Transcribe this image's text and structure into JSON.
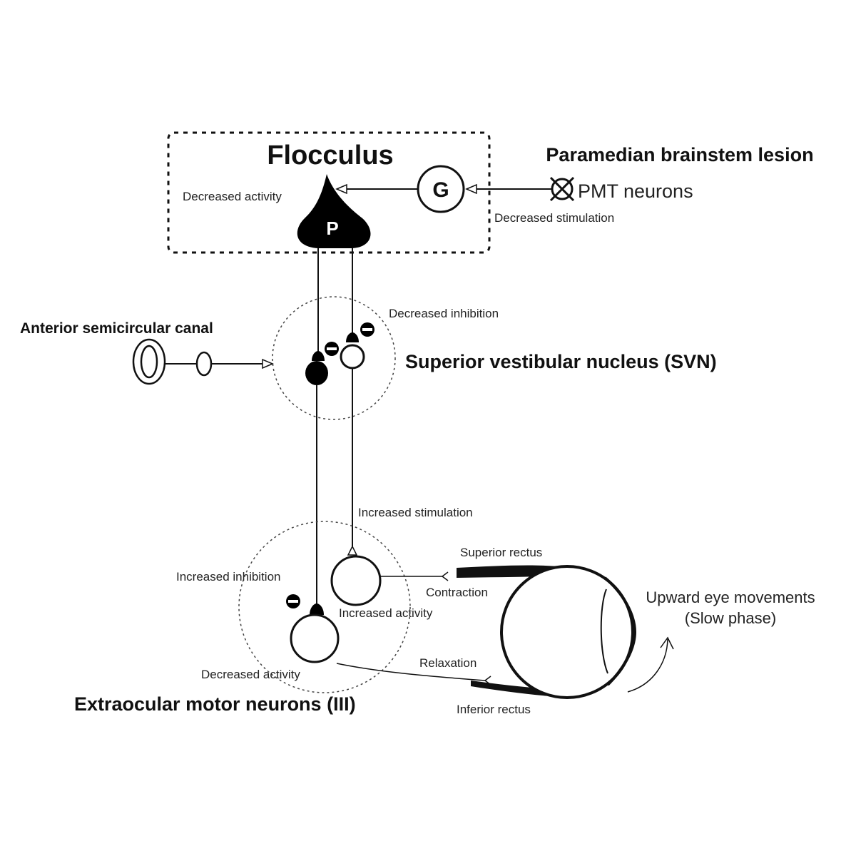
{
  "flocculus_box": {
    "title": "Flocculus",
    "purkinje_letter": "P",
    "granule_letter": "G",
    "decreased_activity": "Decreased activity"
  },
  "lesion": {
    "title": "Paramedian brainstem lesion",
    "neurons": "PMT neurons",
    "decreased_stimulation": "Decreased stimulation"
  },
  "canal": {
    "label": "Anterior semicircular canal"
  },
  "svn": {
    "label": "Superior vestibular nucleus (SVN)",
    "decreased_inhibition": "Decreased inhibition",
    "increased_stimulation": "Increased stimulation"
  },
  "motor": {
    "label": "Extraocular motor neurons (III)",
    "increased_inhibition": "Increased inhibition",
    "increased_activity": "Increased activity",
    "decreased_activity": "Decreased activity"
  },
  "eye": {
    "superior_rectus": "Superior rectus",
    "contraction": "Contraction",
    "relaxation": "Relaxation",
    "inferior_rectus": "Inferior rectus",
    "movement_line1": "Upward eye movements",
    "movement_line2": "(Slow phase)"
  }
}
